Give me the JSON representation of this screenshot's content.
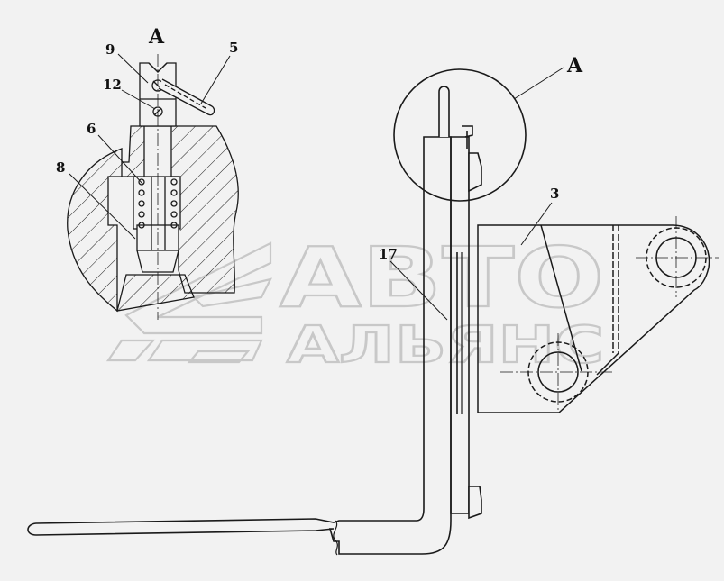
{
  "labels": {
    "section_view": "A",
    "detail_callout": "A",
    "n9": "9",
    "n5": "5",
    "n12": "12",
    "n6": "6",
    "n8": "8",
    "n3": "3",
    "n17": "17"
  },
  "watermark": {
    "line1": "АВТО",
    "line2": "АЛЬЯНС"
  },
  "colors": {
    "line": "#1a1a1a",
    "background": "#f2f2f2",
    "watermark": "#c8c8c8"
  }
}
